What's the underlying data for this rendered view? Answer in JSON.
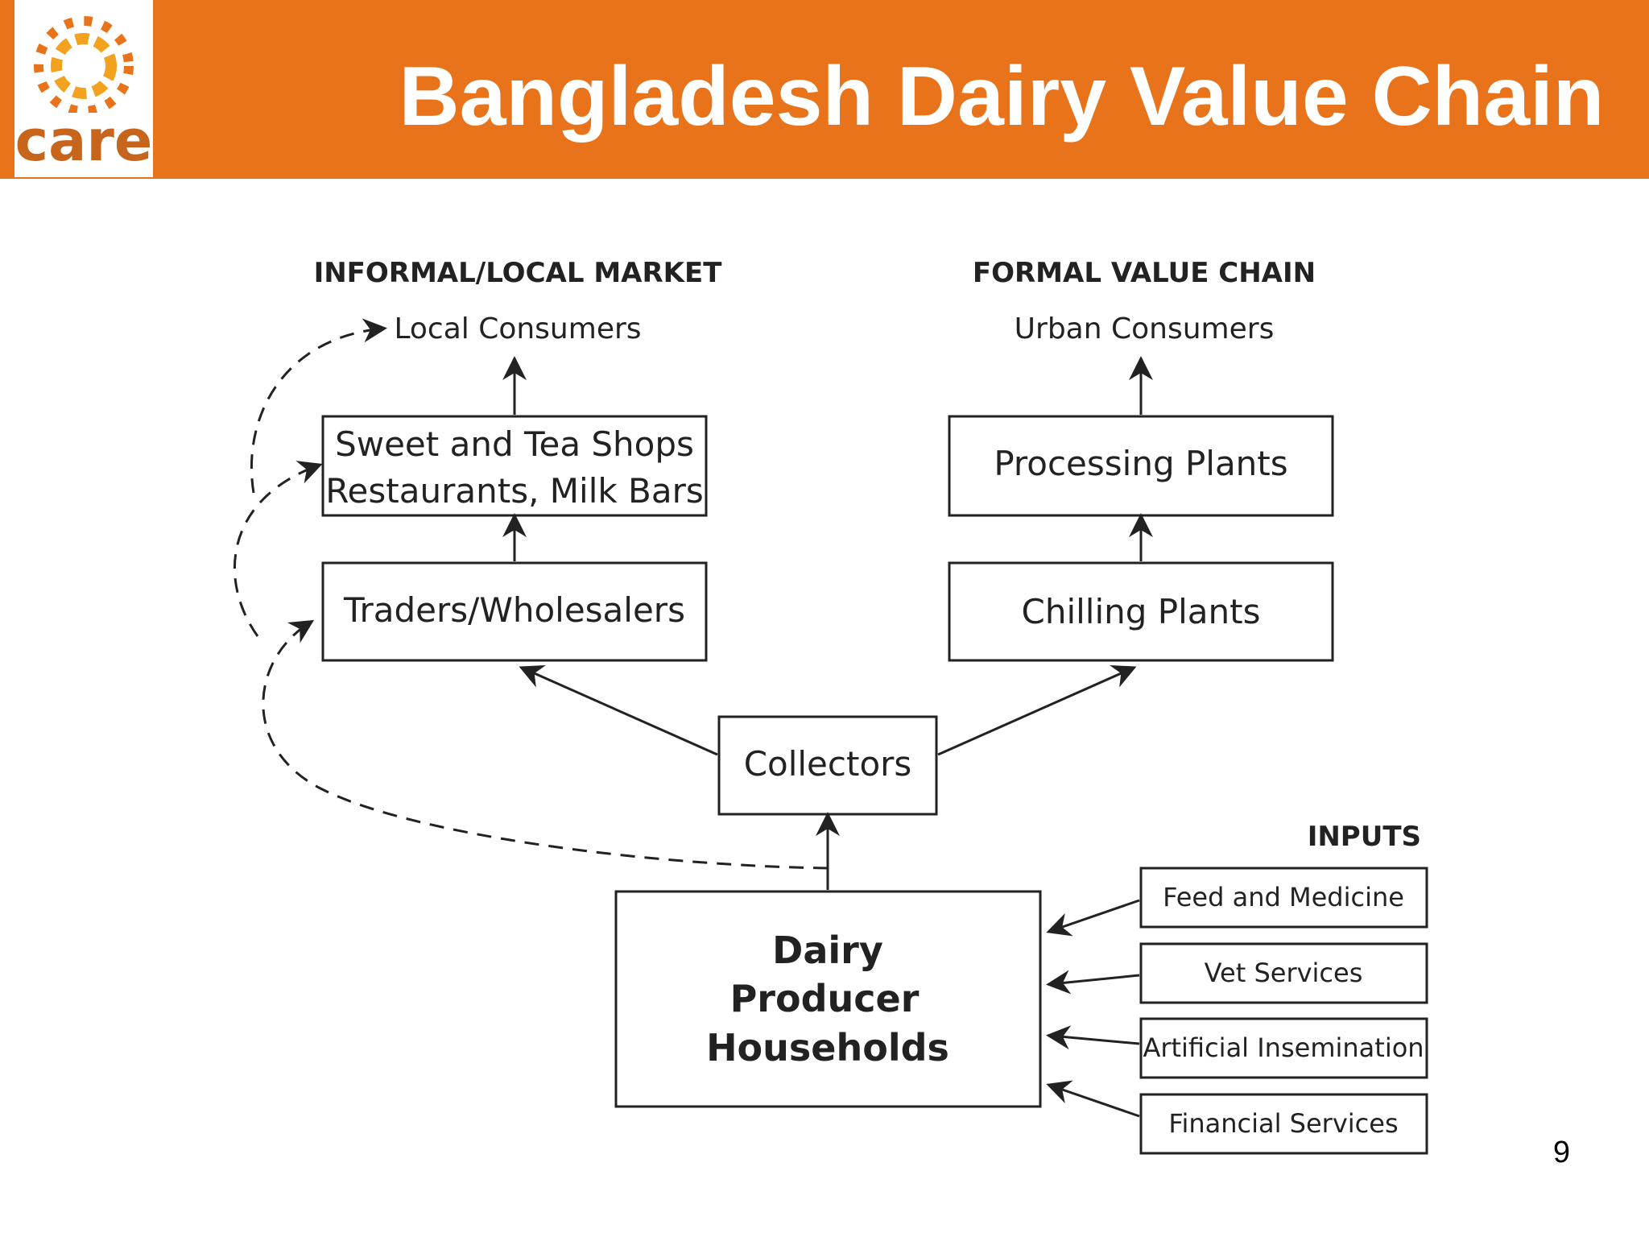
{
  "header": {
    "title": "Bangladesh Dairy Value Chain",
    "logo_text": "care",
    "background": "#e8731a"
  },
  "diagram": {
    "informal_heading": "INFORMAL/LOCAL MARKET",
    "formal_heading": "FORMAL VALUE CHAIN",
    "inputs_heading": "INPUTS",
    "local_consumers": "Local Consumers",
    "urban_consumers": "Urban Consumers",
    "sweet_shops_line1": "Sweet and Tea Shops",
    "sweet_shops_line2": "Restaurants, Milk Bars",
    "traders": "Traders/Wholesalers",
    "processing_plants": "Processing Plants",
    "chilling_plants": "Chilling Plants",
    "collectors": "Collectors",
    "producers_line1": "Dairy",
    "producers_line2": "Producer",
    "producers_line3": "Households",
    "inputs": [
      "Feed and Medicine",
      "Vet Services",
      "Artificial Insemination",
      "Financial Services"
    ]
  },
  "page_number": "9"
}
